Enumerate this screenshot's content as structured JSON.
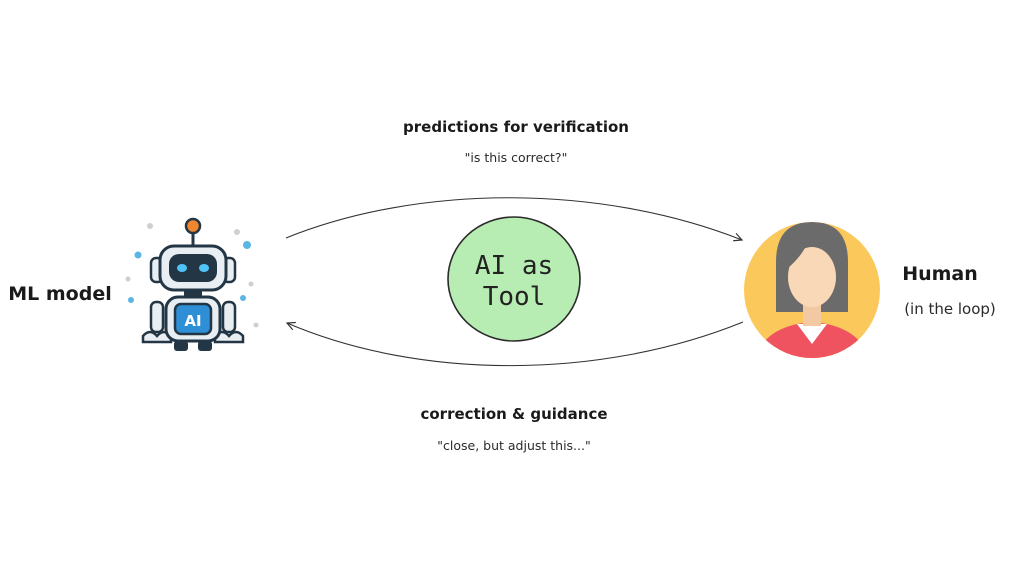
{
  "colors": {
    "background": "#ffffff",
    "arrow": "#333333",
    "center_fill": "#b7ecb2",
    "center_stroke": "#2b2b2b",
    "human_bg": "#fbc85c",
    "human_hair": "#6b6b6b",
    "human_skin": "#f8d8b6",
    "human_shirt": "#ef5360",
    "robot_blue": "#2f8fd6",
    "robot_dark": "#233645",
    "robot_antenna": "#f0862e"
  },
  "left_node": {
    "label": "ML model",
    "icon": "robot-icon",
    "chest_text": "AI"
  },
  "right_node": {
    "label": "Human",
    "sublabel": "(in the loop)",
    "icon": "person-avatar-icon"
  },
  "center_node": {
    "line1": "AI as",
    "line2": "Tool"
  },
  "top_edge": {
    "title": "predictions for verification",
    "quote": "\"is this correct?\"",
    "direction": "ML model -> Human"
  },
  "bottom_edge": {
    "title": "correction & guidance",
    "quote": "\"close, but adjust this...\"",
    "direction": "Human -> ML model"
  }
}
